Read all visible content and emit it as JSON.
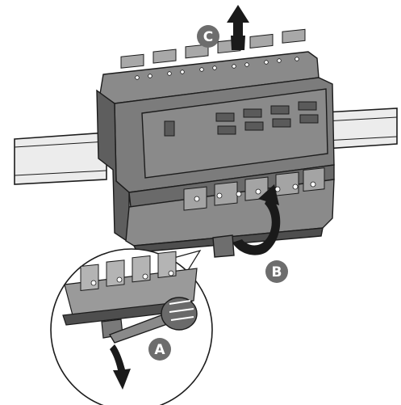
{
  "callouts": {
    "a": "A",
    "b": "B",
    "c": "C"
  },
  "colors": {
    "device_body": "#7c7c7c",
    "device_light": "#a4a4a4",
    "device_dark": "#5e5e5e",
    "rail": "#ececec",
    "badge": "#6d6d6d",
    "arrow": "#1a1a1a",
    "line": "#1c1c1c"
  },
  "icons": [
    "din-rail",
    "modular-device",
    "magnifier-circle",
    "screwdriver",
    "down-arrow",
    "rotate-arrow",
    "up-arrow"
  ]
}
